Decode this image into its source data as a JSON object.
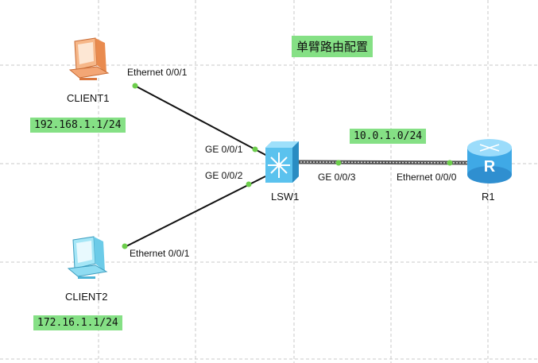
{
  "title": "单臂路由配置",
  "colors": {
    "highlight": "#85e085",
    "link": "#111111",
    "port_dot": "#6ccd4b",
    "grid": "#c9c9c9",
    "pc_orange": "#f3a675",
    "pc_blue": "#8fdcf2",
    "switch_blue": "#5bc2ee",
    "router_blue": "#5bbdf0"
  },
  "devices": {
    "client1": {
      "name": "CLIENT1",
      "icon": "pc-icon",
      "ip": "192.168.1.1/24"
    },
    "client2": {
      "name": "CLIENT2",
      "icon": "pc-icon",
      "ip": "172.16.1.1/24"
    },
    "lsw1": {
      "name": "LSW1",
      "icon": "switch-icon"
    },
    "r1": {
      "name": "R1",
      "icon": "router-icon"
    }
  },
  "links": [
    {
      "from": "CLIENT1",
      "from_port": "Ethernet 0/0/1",
      "to": "LSW1",
      "to_port": "GE 0/0/1"
    },
    {
      "from": "CLIENT2",
      "from_port": "Ethernet 0/0/1",
      "to": "LSW1",
      "to_port": "GE 0/0/2"
    },
    {
      "from": "LSW1",
      "from_port": "GE 0/0/3",
      "to": "R1",
      "to_port": "Ethernet 0/0/0",
      "network": "10.0.1.0/24"
    }
  ]
}
